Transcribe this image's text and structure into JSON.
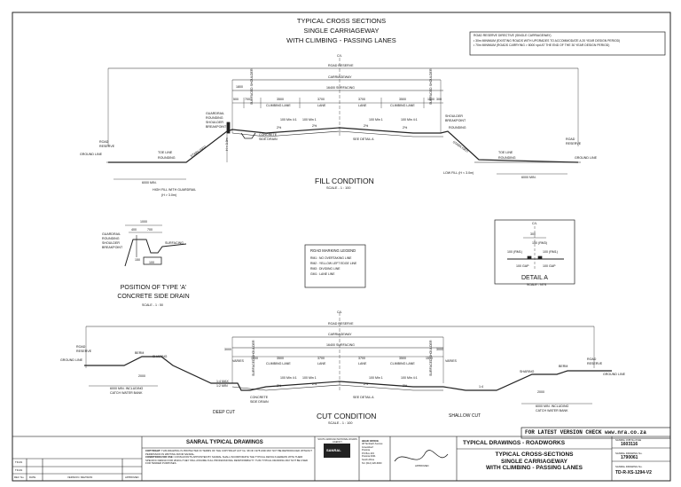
{
  "sheet": {
    "title_lines": [
      "TYPICAL CROSS SECTIONS",
      "SINGLE CARRIAGEWAY",
      "WITH CLIMBING - PASSING LANES"
    ]
  },
  "directive": {
    "heading": "ROAD RESERVE DIRECTIVE (SINGLE CARRIAGEWAY)",
    "items": [
      "30m MINIMUM (EXISTING ROADS WITH UPGRADES TO ACCOMMODATE A 20 YEAR DESIGN PERIOD)",
      "70m MINIMUM (ROADS CARRYING > 8000 vpd AT THE END OF THE 30 YEAR DESIGN PERIOD)"
    ]
  },
  "fill": {
    "labels": {
      "cl": "C/L",
      "road_reserve_top": "ROAD RESERVE",
      "carriageway": "CARRIAGEWAY",
      "surfacing": "16400 SURFACING",
      "dim_1800": "1800",
      "dim_500": "500",
      "dim_700": "700",
      "dim_3500a": "3500",
      "dim_3700a": "3700",
      "dim_3700b": "3700",
      "dim_3500b": "3500",
      "dim_1500": "1500",
      "dim_300": "300",
      "shoulder_l": "SURFACED SHOULDER",
      "shoulder_r": "SURFACED SHOULDER",
      "climb_l": "CLIMBING LANE",
      "lane_l": "LANE",
      "lane_r": "LANE",
      "climb_r": "CLIMBING LANE",
      "guardrail": "GUARDRAIL",
      "rounding": "ROUNDING",
      "shoulder_bp": "SHOULDER",
      "breakpoint": "BREAKPOINT",
      "concrete": "CONCRETE",
      "side_drain": "SIDE DRAIN",
      "slope_1a": "100 Min 4:1",
      "slope_1b": "100 Min 1",
      "slope_1c": "100 Min 1",
      "slope_1d": "100 Min 4:1",
      "pct_1": "2%",
      "pct_2": "2%",
      "pct_3": "2%",
      "pct_4": "2%",
      "see_detail": "SEE DETAIL A",
      "shoulder_bp_r": "SHOULDER",
      "breakpoint_r": "BREAKPOINT",
      "rounding_r": "ROUNDING",
      "road_reserve_l": "ROAD",
      "road_reserve_l2": "RESERVE",
      "road_reserve_r": "ROAD",
      "road_reserve_r2": "RESERVE",
      "ground_line_l": "GROUND LINE",
      "ground_line_r": "GROUND LINE",
      "toe_line_l": "TOE LINE",
      "toe_rounding_l": "ROUNDING",
      "toe_line_r": "TOE LINE",
      "toe_rounding_r": "ROUNDING",
      "stabilised_l": "STABILISED",
      "stabilised_r": "STABILISED",
      "h_dim": "H < 3.0m",
      "dim_6000_l": "6000 MIN.",
      "dim_6000_r": "6000 MIN.",
      "high_fill": "HIGH FILL WITH GUARDRAIL",
      "high_fill2": "(H > 3.0m)",
      "low_fill": "LOW FILL (H < 3.0m)",
      "title": "FILL CONDITION",
      "scale": "SCALE - 1 : 100"
    }
  },
  "drain": {
    "labels": {
      "dim_1000": "1000",
      "dim_400": "400",
      "dim_700": "700",
      "guardrail": "GUARDRAIL",
      "rounding": "ROUNDING",
      "shoulder": "SHOULDER",
      "breakpoint": "BREAKPOINT",
      "surfacing": "SURFACING",
      "dim_150": "150",
      "dim_100": "100",
      "title1": "POSITION OF TYPE 'A'",
      "title2": "CONCRETE SIDE DRAIN",
      "scale": "SCALE - 1 : 50"
    }
  },
  "legend": {
    "title": "ROAD MARKING LEGEND",
    "items": [
      "RM1 : NO OVERTAKING LINE",
      "RM2 : YELLOW LEFT EDGE LINE",
      "RM3 : DIVIDING LINE",
      "GM1 : LANE LINE"
    ]
  },
  "detail": {
    "labels": {
      "cl": "C/L",
      "dim_300": "300",
      "dim_150_rm3": "150 (RM3)",
      "dim_100_rm1": "100 (RM1)",
      "dim_100_rm1b": "100 (RM1)",
      "gap1": "100 GAP",
      "gap2": "100 GAP",
      "title": "DETAIL A",
      "scale": "SCALE - NTS"
    }
  },
  "cut": {
    "labels": {
      "cl": "C/L",
      "road_reserve_top": "ROAD RESERVE",
      "carriageway": "CARRIAGEWAY",
      "surfacing": "16400 SURFACING",
      "dim_3000": "3000",
      "dim_1800": "1800",
      "dim_3500a": "3500",
      "dim_3700a": "3700",
      "dim_3700b": "3700",
      "dim_3500b": "3500",
      "dim_1500": "1500",
      "dim_3000b": "3000",
      "varies_l": "VARIES",
      "varies_r": "VARIES",
      "climb_l": "CLIMBING LANE",
      "lane_l": "LANE",
      "lane_r": "LANE",
      "climb_r": "CLIMBING LANE",
      "shoulder_l": "SURFACED SHOULDER",
      "shoulder_r": "SURFACED SHOULDER",
      "road_reserve_l": "ROAD",
      "road_reserve_l2": "RESERVE",
      "road_reserve_r": "ROAD",
      "road_reserve_r2": "RESERVE",
      "ground_line_l": "GROUND LINE",
      "ground_line_r": "GROUND LINE",
      "berm_l": "BERM",
      "sharing_l": "SHARING",
      "berm_r": "BERM",
      "sharing_r": "SHARING",
      "dim_2000": "2000",
      "dim_2000_r": "2000",
      "dim_6000_l": "6000 MIN. INCLUDING",
      "catch_l": "CATCH WATER BANK",
      "dim_6000_r": "6000 MIN. INCLUDING",
      "catch_r": "CATCH WATER BANK",
      "max_l": "1:4 MAX",
      "max_l2": "1:2 MIN",
      "concrete": "CONCRETE",
      "side_drain": "SIDE DRAIN",
      "slope_1a": "100 Min 4:1",
      "slope_1b": "100 Min 1",
      "slope_1c": "100 Min 1",
      "slope_1d": "100 Min 4:1",
      "pct_1": "2%",
      "pct_2": "2%",
      "pct_3": "2%",
      "pct_4": "2%",
      "see_detail": "SEE DETAIL A",
      "ratio_r": "1:4",
      "deep_cut": "DEEP CUT",
      "shallow_cut": "SHALLOW CUT",
      "title": "CUT CONDITION",
      "scale": "SCALE - 1 : 100"
    }
  },
  "version_check": "FOR LATEST VERSION CHECK www.nra.co.za",
  "title_block": {
    "drawings_title": "SANRAL TYPICAL DRAWINGS",
    "copyright_head": "COPYRIGHT:",
    "copyright": "THIS DRAWING IS PROTECTED IN TERMS OF THE COPYRIGHT ACT No. 98 OF 1978 AND MAY NOT BE REPRODUCED WITHOUT PERMISSION IN WRITING FROM SANRAL.",
    "conditions_head": "CONDITIONS FOR USE:",
    "conditions": "CONSULTANTS APPOINTED BY SANRAL SHALL INCORPORATE THE TYPICAL DETAILS HEREON WITH THEIR SPECIFIC DESIGN FOR WHICH THEY WILL ASSUME FULL PROFESSIONAL RESPONSIBILITY. THIS TYPICAL DRAWING MAY NOT BE USED FOR TENDER PURPOSES.",
    "rev_label": "REV. No.",
    "date_label": "DATE",
    "version_label": "VERSION / REVISION",
    "approved_label": "APPROVED",
    "rev_row1": "TD-R1",
    "rev_row2": "TD-R1",
    "agency": "SOUTH AFRICAN NATIONAL ROADS AGENCY",
    "logo_text": "SANRAL",
    "office_head": "HEAD OFFICE",
    "office_lines": [
      "48 Tambach Avenue",
      "Groenkloof",
      "Pretoria",
      "PO Box 415",
      "Pretoria 0001",
      "South Africa",
      "Tel: (012) 426-6000"
    ],
    "approved_sig": "APPROVED",
    "main_header": "TYPICAL DRAWINGS - ROADWORKS",
    "main_title": [
      "TYPICAL CROSS-SECTIONS",
      "SINGLE CARRIAGEWAY",
      "WITH CLIMBING - PASSING LANES"
    ],
    "job_no_label": "SANRAL JOB No./FILE",
    "job_no": "1603116",
    "dwg_label": "SANRAL DRAWING No.",
    "dwg_no": "1790061",
    "ref_label": "SANRAL DRAWING No.",
    "ref_no": "TD-R-XS-1294-V2"
  }
}
